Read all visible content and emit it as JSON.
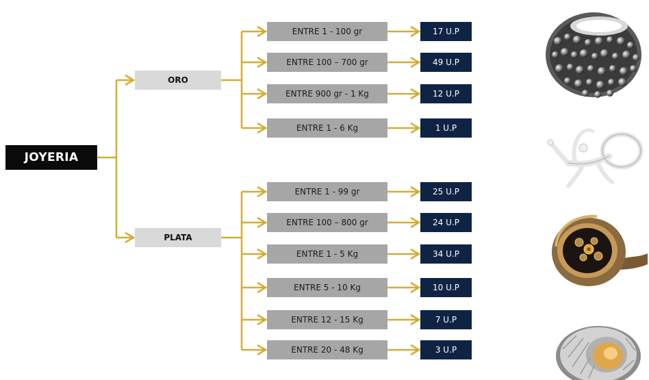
{
  "root": {
    "label": "JOYERIA"
  },
  "categories": [
    {
      "label": "ORO",
      "items": [
        {
          "range": "ENTRE 1 - 100 gr",
          "qty": "17 U.P"
        },
        {
          "range": "ENTRE 100 – 700 gr",
          "qty": "49 U.P"
        },
        {
          "range": "ENTRE 900 gr - 1 Kg",
          "qty": "12 U.P"
        },
        {
          "range": "ENTRE 1 - 6 Kg",
          "qty": "1 U.P"
        }
      ]
    },
    {
      "label": "PLATA",
      "items": [
        {
          "range": "ENTRE 1 - 99 gr",
          "qty": "25 U.P"
        },
        {
          "range": "ENTRE 100 – 800 gr",
          "qty": "24 U.P"
        },
        {
          "range": "ENTRE 1 - 5 Kg",
          "qty": "34 U.P"
        },
        {
          "range": "ENTRE 5 - 10 Kg",
          "qty": "10 U.P"
        },
        {
          "range": "ENTRE 12 - 15 Kg",
          "qty": "7 U.P"
        },
        {
          "range": "ENTRE 20 - 48 Kg",
          "qty": "3 U.P"
        }
      ]
    }
  ],
  "colors": {
    "connector": "#d4ad2e",
    "root_fill": "#0a0a0a",
    "category_fill": "#d9d9d9",
    "range_fill": "#a6a6a6",
    "quantity_fill": "#0f2444"
  },
  "images": [
    "beaded-silver-ring",
    "branch-silver-ring",
    "bronze-flower-ring",
    "silver-gold-ring"
  ]
}
